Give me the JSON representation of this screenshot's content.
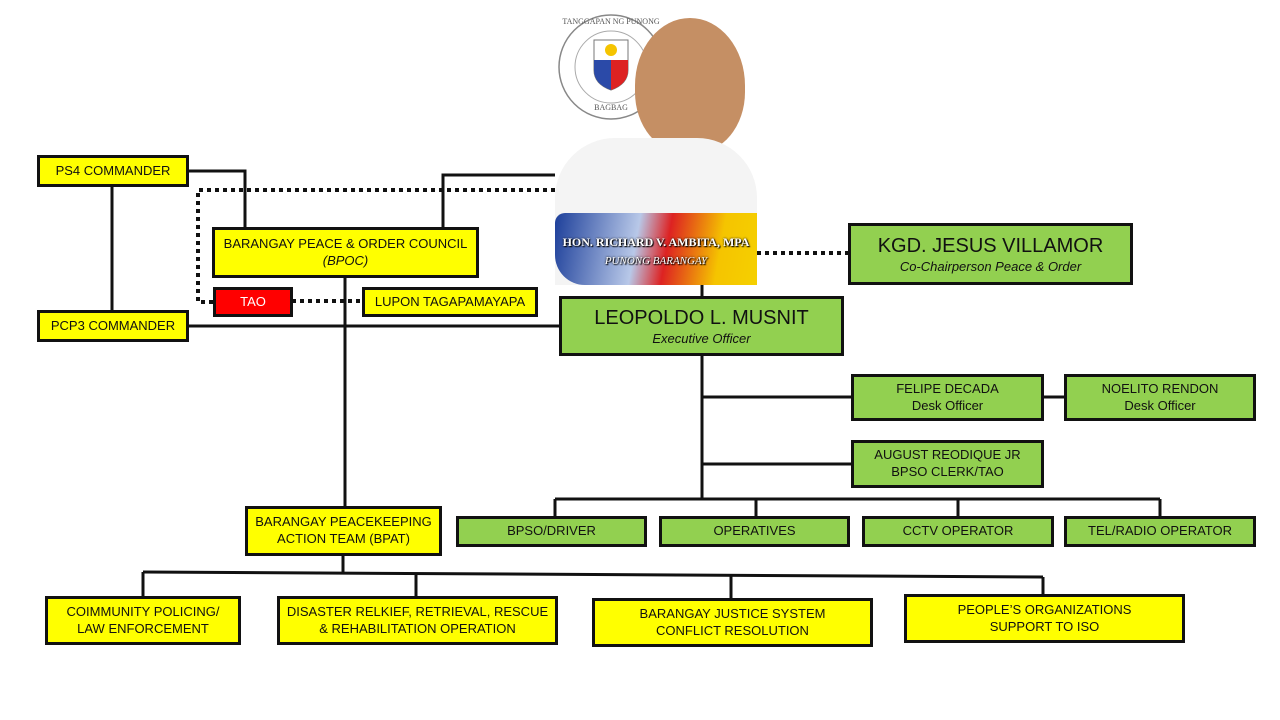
{
  "seal": {
    "text_top": "TANGGAPAN NG PUNONG",
    "text_bottom": "BAGBAG"
  },
  "photo": {
    "name": "HON. RICHARD V. AMBITA, MPA",
    "title": "PUNONG BARANGAY"
  },
  "boxes": {
    "ps4": "PS4 COMMANDER",
    "pcp3": "PCP3 COMMANDER",
    "bpoc": {
      "line1": "BARANGAY PEACE & ORDER COUNCIL",
      "line2": "(BPOC)"
    },
    "tao": "TAO",
    "lupon": "LUPON TAGAPAMAYAPA",
    "villamor": {
      "name": "KGD. JESUS VILLAMOR",
      "role": "Co-Chairperson  Peace & Order"
    },
    "musnit": {
      "name": "LEOPOLDO L. MUSNIT",
      "role": "Executive Officer"
    },
    "felipe": {
      "name": "FELIPE DECADA",
      "role": "Desk Officer"
    },
    "noelito": {
      "name": "NOELITO RENDON",
      "role": "Desk Officer"
    },
    "august": {
      "name": "AUGUST REODIQUE JR",
      "role": "BPSO CLERK/TAO"
    },
    "bpso_driver": "BPSO/DRIVER",
    "operatives": "OPERATIVES",
    "cctv": "CCTV OPERATOR",
    "tel": "TEL/RADIO OPERATOR",
    "bpat": {
      "line1": "BARANGAY PEACEKEEPING",
      "line2": "ACTION TEAM (BPAT)"
    },
    "community": {
      "line1": "COIMMUNITY POLICING/",
      "line2": "LAW ENFORCEMENT"
    },
    "disaster": {
      "line1": "DISASTER RELKIEF, RETRIEVAL, RESCUE",
      "line2": "& REHABILITATION OPERATION"
    },
    "justice": {
      "line1": "BARANGAY JUSTICE SYSTEM",
      "line2": "CONFLICT RESOLUTION"
    },
    "peoples": {
      "line1": "PEOPLE’S ORGANIZATIONS",
      "line2": "SUPPORT TO ISO"
    }
  }
}
